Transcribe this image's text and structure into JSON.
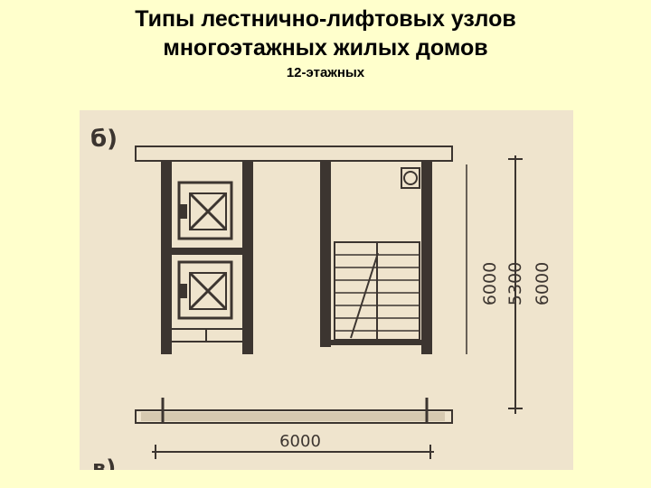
{
  "slide": {
    "title_line_1": "Типы лестнично-лифтовых узлов",
    "title_line_2": "многоэтажных жилых домов",
    "subtitle": "12-этажных"
  },
  "diagram": {
    "variant_label": "б)",
    "next_variant_label": "в)",
    "dimension_width": "6000",
    "dimension_depth_parts": [
      "6000",
      "5300",
      "6000"
    ]
  },
  "colors": {
    "background": "#FFFFCC",
    "plan_paper": "#EFE4CD",
    "ink": "#3c3530"
  }
}
